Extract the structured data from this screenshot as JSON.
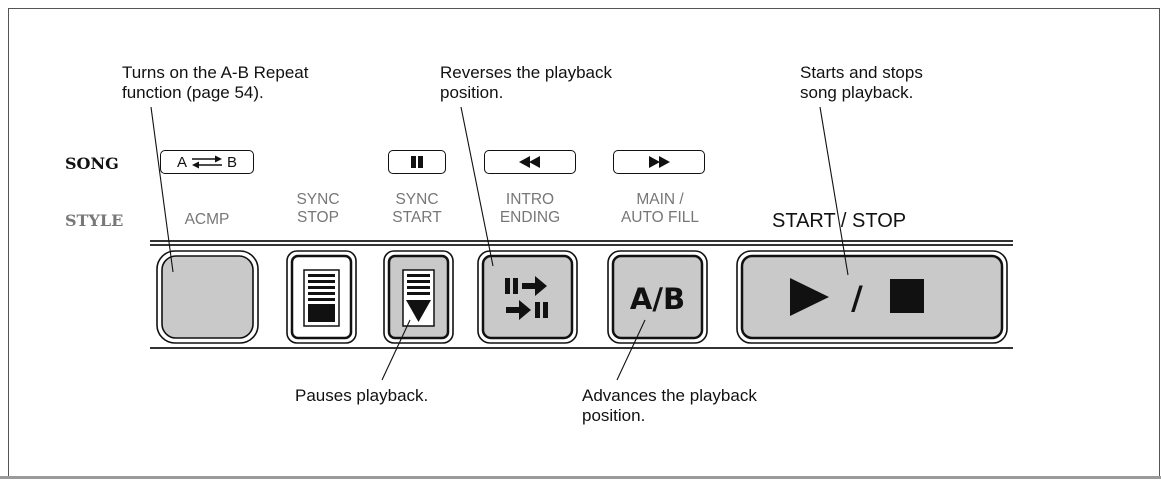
{
  "callouts": {
    "ab_repeat": "Turns on the A-B Repeat\nfunction (page 54).",
    "reverse": "Reverses the playback\nposition.",
    "start_stop": "Starts and stops\nsong playback.",
    "pause": "Pauses playback.",
    "advance": "Advances the playback\nposition."
  },
  "row_labels": {
    "song": "SONG",
    "style": "STYLE"
  },
  "song_symbols": {
    "ab": "A",
    "ab_b": "B"
  },
  "function_labels": {
    "acmp": "ACMP",
    "sync_stop": "SYNC\nSTOP",
    "sync_start": "SYNC\nSTART",
    "intro_ending": "INTRO\nENDING",
    "main_autofill": "MAIN /\nAUTO  FILL",
    "start_stop": "START / STOP"
  },
  "button_text": {
    "ab_button": "A/B",
    "play_stop_sep": "/"
  },
  "colors": {
    "button_fill": "#c9c9c9",
    "label_gray": "#777777",
    "ink": "#111111"
  }
}
